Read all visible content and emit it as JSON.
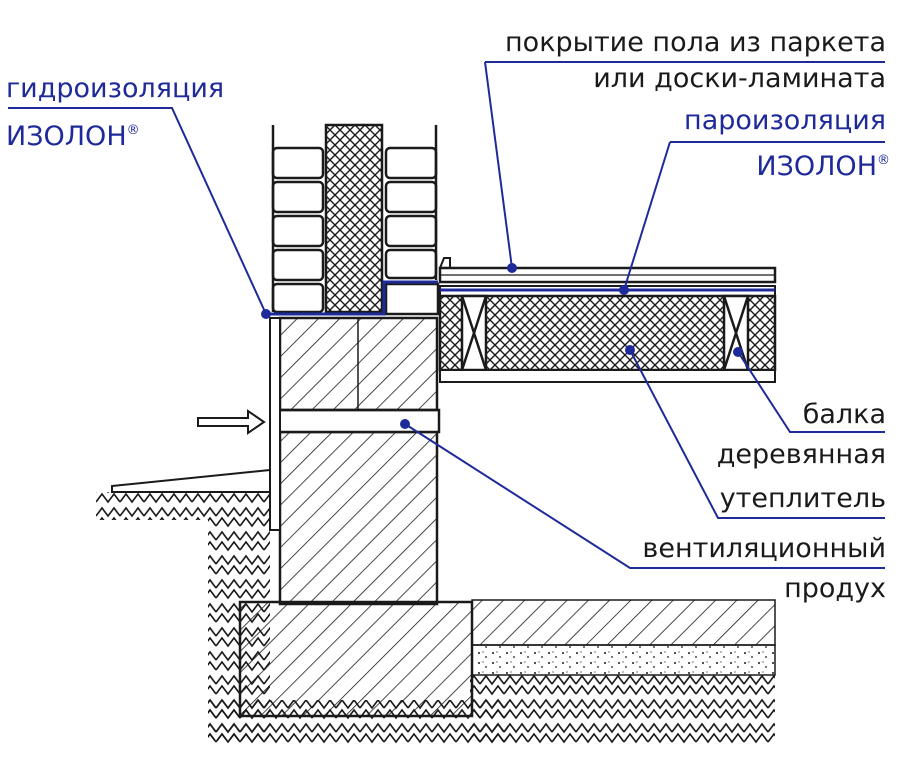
{
  "labels": {
    "hydro_line1": "гидроизоляция",
    "hydro_line2": "ИЗОЛОН",
    "floor_line1": "покрытие пола из паркета",
    "floor_line2": "или доски-ламината",
    "vapor_line1": "пароизоляция",
    "vapor_line2": "ИЗОЛОН",
    "registered": "®",
    "beam_line1": "балка",
    "beam_line2": "деревянная",
    "insulation": "утеплитель",
    "vent_line1": "вентиляционный",
    "vent_line2": "продух"
  },
  "colors": {
    "leader_blue": "#1f2a9a",
    "ink": "#1a1a1a"
  },
  "icons": {
    "airflow": "arrow-right-outline-icon"
  }
}
